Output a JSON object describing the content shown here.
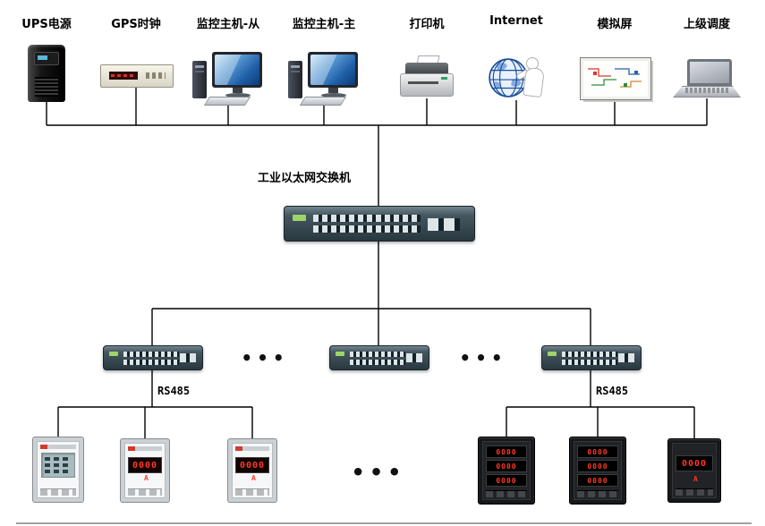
{
  "devices": [
    {
      "label": "UPS电源",
      "type": "ups"
    },
    {
      "label": "GPS时钟",
      "type": "gps-clock"
    },
    {
      "label": "监控主机-从",
      "type": "monitor-host-slave"
    },
    {
      "label": "监控主机-主",
      "type": "monitor-host-master"
    },
    {
      "label": "打印机",
      "type": "printer"
    },
    {
      "label": "Internet",
      "type": "internet"
    },
    {
      "label": "模拟屏",
      "type": "mimic-panel"
    },
    {
      "label": "上级调度",
      "type": "superior-dispatch-laptop"
    }
  ],
  "switch": {
    "label": "工业以太网交换机"
  },
  "links": {
    "rs485_left": "RS485",
    "rs485_right": "RS485"
  },
  "ellipsis": "•••",
  "meter": {
    "display": "0000",
    "unit": "A"
  }
}
